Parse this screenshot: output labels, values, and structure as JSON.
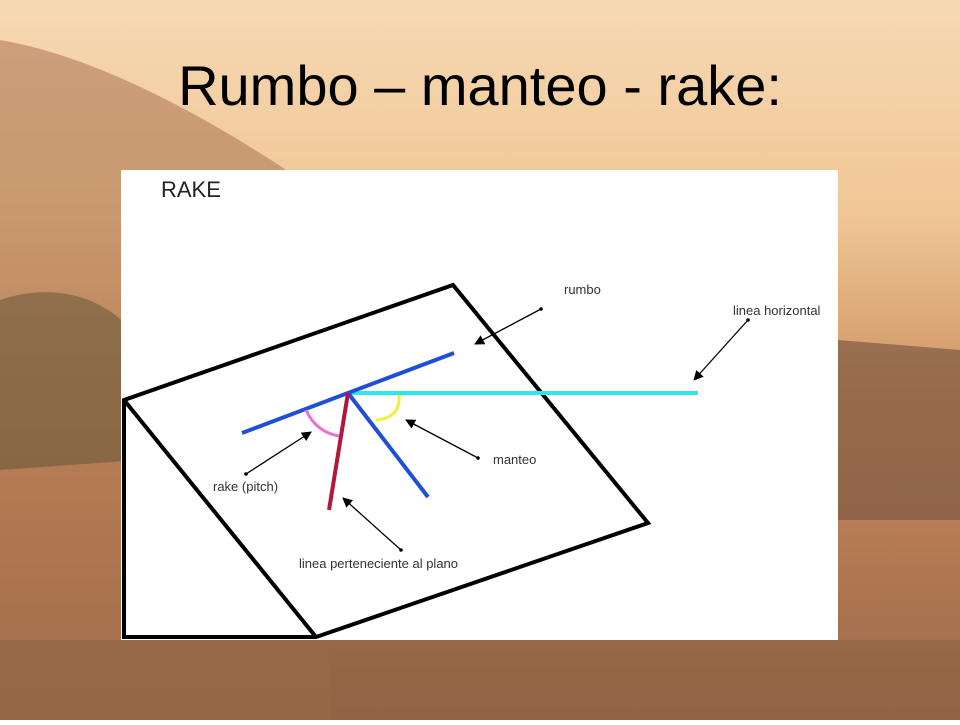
{
  "slide": {
    "title": "Rumbo – manteo - rake:"
  },
  "diagram": {
    "heading": "RAKE",
    "labels": {
      "rumbo": "rumbo",
      "linea_horizontal": "linea horizontal",
      "manteo": "manteo",
      "rake": "rake (pitch)",
      "linea_plano": "linea perteneciente al plano"
    },
    "colors": {
      "plane": "#000000",
      "strike": "#1f4fd6",
      "dip": "#1f4fd6",
      "horizontal": "#2ee6f0",
      "plane_line": "#b0173a",
      "rake_arc": "#ee6fd0",
      "dip_arc": "#f4ee3a",
      "background": "#c89063"
    }
  }
}
